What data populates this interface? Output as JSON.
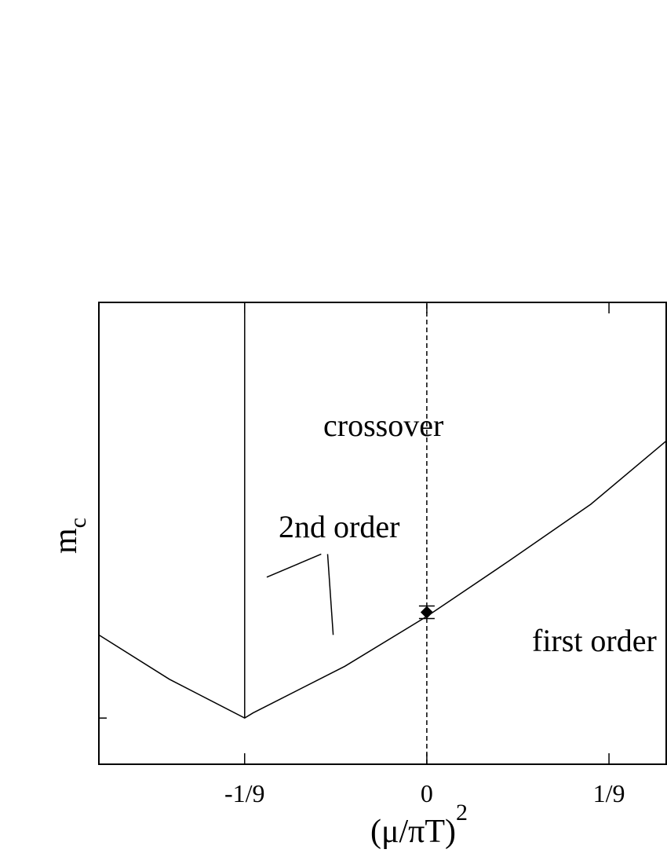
{
  "chart_data": {
    "type": "line",
    "xlabel": "(μ/πT)",
    "xlabel_superscript": "2",
    "ylabel": "m",
    "ylabel_subscript": "c",
    "x_ticks": [
      {
        "value": -0.1111,
        "label": "-1/9"
      },
      {
        "value": 0,
        "label": "0"
      },
      {
        "value": 0.1111,
        "label": "1/9"
      }
    ],
    "xlim": [
      -0.2,
      0.146
    ],
    "ylim": [
      0,
      1
    ],
    "y_ticks": [
      0.1
    ],
    "grid": false,
    "series": [
      {
        "style": "solid",
        "x": [
          -0.2,
          -0.157,
          -0.1111,
          -0.106,
          -0.05,
          0,
          0.05,
          0.1,
          0.146
        ],
        "y": [
          0.28,
          0.184,
          0.1,
          0.111,
          0.212,
          0.32,
          0.44,
          0.563,
          0.7
        ]
      },
      {
        "style": "vertical-solid",
        "x": [
          -0.1111,
          -0.1111
        ],
        "y": [
          0.1,
          1
        ]
      },
      {
        "style": "vertical-dashed",
        "x": [
          0,
          0
        ],
        "y": [
          0,
          1
        ]
      }
    ],
    "points": [
      {
        "x": 0,
        "y": 0.329,
        "marker": "diamond"
      }
    ],
    "annotations": {
      "crossover": "crossover",
      "second_order": "2nd order",
      "first_order": "first order"
    },
    "pointer_lines": [
      {
        "x1": -0.0976,
        "y1": 0.405,
        "x2": -0.0644,
        "y2": 0.455
      },
      {
        "x1": -0.0571,
        "y1": 0.28,
        "x2": -0.0605,
        "y2": 0.455
      }
    ]
  }
}
